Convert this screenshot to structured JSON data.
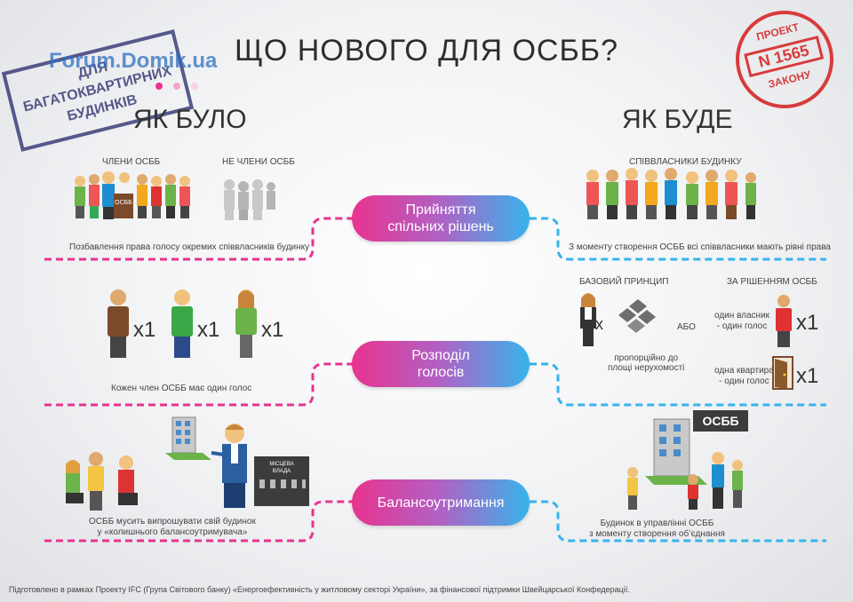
{
  "title": "ЩО НОВОГО ДЛЯ ОСББ?",
  "left_heading": "ЯК БУЛО",
  "right_heading": "ЯК БУДЕ",
  "stamp_left": {
    "line1": "ДЛЯ",
    "line2": "БАГАТОКВАРТИРНИХ",
    "line3": "БУДИНКІВ"
  },
  "watermark": "Forum.Domik.ua",
  "stamp_right": {
    "top": "ПРОЕКТ",
    "number": "N 1565",
    "bottom": "ЗАКОНУ"
  },
  "sections": {
    "decisions": {
      "pill_line1": "Прийняття",
      "pill_line2": "спільних рішень",
      "left_label_members": "ЧЛЕНИ ОСББ",
      "left_label_nonmembers": "НЕ ЧЛЕНИ ОСББ",
      "left_podium": "ОСББ",
      "left_caption": "Позбавлення права голосу окремих співвласників будинку",
      "right_label": "СПІВВЛАСНИКИ БУДИНКУ",
      "right_caption": "З моменту створення ОСББ всі співвласники  мають рівні права"
    },
    "votes": {
      "pill_line1": "Розподіл",
      "pill_line2": "голосів",
      "x1": "x1",
      "left_caption": "Кожен член ОСББ має один голос",
      "right_label_basic": "БАЗОВИЙ ПРИНЦИП",
      "right_label_decision": "ЗА РІШЕННЯМ ОСББ",
      "x": "x",
      "or": "АБО",
      "basic_caption_line1": "пропорційно до",
      "basic_caption_line2": "площі нерухомості",
      "owner_line1": "один власник",
      "owner_line2": "- один голос",
      "apartment_line1": "одна квартира",
      "apartment_line2": "- один голос"
    },
    "balance": {
      "pill": "Балансоутримання",
      "building_sign_line1": "МІСЦЕВА",
      "building_sign_line2": "ВЛАДА",
      "left_caption_line1": "ОСББ мусить випрошувати свій будинок",
      "left_caption_line2": "у «колишнього балансоутримувача»",
      "right_sign": "ОСББ",
      "right_caption_line1": "Будинок в управлінні ОСББ",
      "right_caption_line2": "з моменту створення об’єднання"
    }
  },
  "footer": "Підготовлено в рамках Проекту IFC (Група Світового банку) «Енергоефективність у житловому секторі України», за фінансової підтримки Швейцарської Конфедерації.",
  "colors": {
    "pink": "#e8338f",
    "blue": "#36b4ec",
    "stamp_blue": "#3b3f7a",
    "stamp_red": "#d83b3b"
  }
}
